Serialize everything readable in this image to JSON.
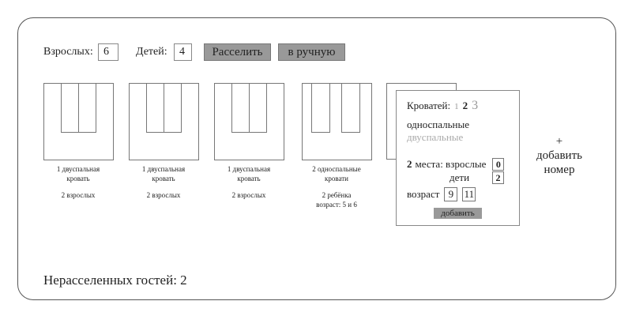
{
  "controls": {
    "adults_label": "Взрослых:",
    "adults_value": "6",
    "children_label": "Детей:",
    "children_value": "4",
    "settle_button": "Расселить",
    "manual_button": "в ручную"
  },
  "rooms": [
    {
      "bed_type": "double",
      "line1": "1 двуспальная",
      "line2": "кровать",
      "guests": "2 взрослых",
      "extra": ""
    },
    {
      "bed_type": "double",
      "line1": "1 двуспальная",
      "line2": "кровать",
      "guests": "2 взрослых",
      "extra": ""
    },
    {
      "bed_type": "double",
      "line1": "1 двуспальная",
      "line2": "кровать",
      "guests": "2 взрослых",
      "extra": ""
    },
    {
      "bed_type": "single",
      "line1": "2 односпальные",
      "line2": "кровати",
      "guests": "2 ребёнка",
      "extra": "возраст: 5 и 6"
    }
  ],
  "editor": {
    "beds_label": "Кроватей:",
    "bed_counts": [
      "1",
      "2",
      "3"
    ],
    "single_option": "односпальные",
    "double_option": "двуспальные",
    "places_count": "2",
    "places_label": "места: взрослые",
    "adults_value": "0",
    "children_label": "дети",
    "children_value": "2",
    "age_label": "возраст",
    "ages": [
      "9",
      "11"
    ],
    "add_button": "добавить"
  },
  "add_room": {
    "plus": "+",
    "line1": "добавить",
    "line2": "номер"
  },
  "footer": {
    "label": "Нерасселенных гостей:",
    "count": "2"
  }
}
